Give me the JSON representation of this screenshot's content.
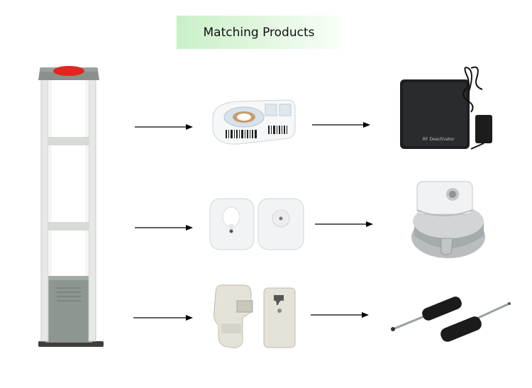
{
  "title": "Matching Products",
  "products": {
    "gate": {
      "name": "eas-gate-antenna"
    },
    "labels": {
      "name": "soft-label-roll"
    },
    "detacher_plate": {
      "name": "rf-deactivator-pad",
      "plate_text": "RF Deactivator"
    },
    "hard_tags": {
      "name": "hard-tags"
    },
    "magnetic_detacher": {
      "name": "magnetic-detacher"
    },
    "bottle_tags": {
      "name": "bottle-tags"
    },
    "hook_keys": {
      "name": "hook-key-tools"
    }
  },
  "colors": {
    "title_bg_start": "#c9f0c7",
    "gate_red": "#e0261e",
    "gate_gray": "#8e9690"
  }
}
